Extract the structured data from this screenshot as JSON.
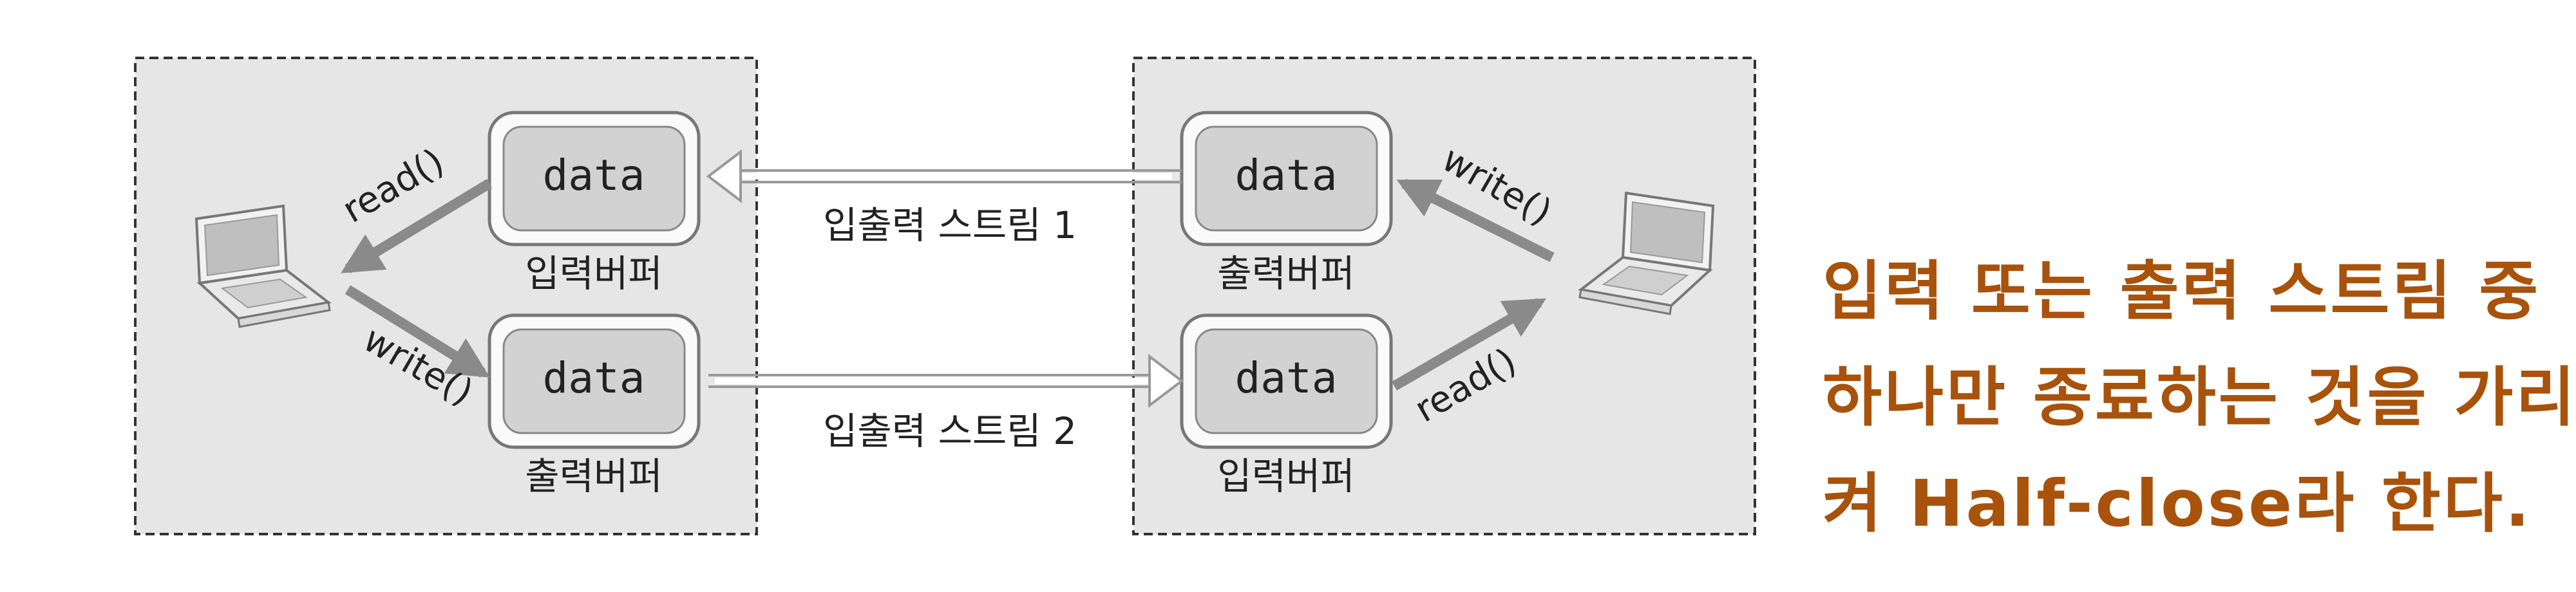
{
  "left_panel": {
    "top_buffer": {
      "value": "data",
      "label": "입력버퍼"
    },
    "bottom_buffer": {
      "value": "data",
      "label": "출력버퍼"
    },
    "read_label": "read()",
    "write_label": "write()"
  },
  "right_panel": {
    "top_buffer": {
      "value": "data",
      "label": "출력버퍼"
    },
    "bottom_buffer": {
      "value": "data",
      "label": "입력버퍼"
    },
    "write_label": "write()",
    "read_label": "read()"
  },
  "streams": {
    "stream1": "입출력 스트림 1",
    "stream2": "입출력 스트림 2"
  },
  "note": {
    "line1": "입력 또는 출력 스트림 중",
    "line2": "하나만 종료하는 것을 가리",
    "line3": "켜 Half-close라 한다."
  },
  "colors": {
    "panel_fill": "#e6e6e6",
    "buffer_fill": "#d2d2d2",
    "arrow_gray": "#8a8a8a",
    "note_text": "#a8520b"
  }
}
